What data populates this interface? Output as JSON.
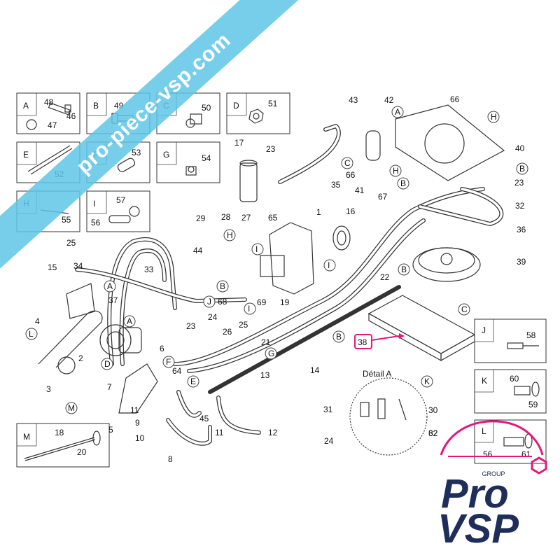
{
  "watermark": {
    "text": "pro-piece-vsp.com",
    "color": "#5fc6e8"
  },
  "logo": {
    "group": "GROUP",
    "line1": "Pro",
    "line2": "VSP",
    "color_dark": "#1e2d5a",
    "color_accent": "#e5177e"
  },
  "detail_title": "Détail A",
  "highlight_color": "#e5177e",
  "kit_boxes": [
    {
      "letter": "A",
      "parts": [
        "48",
        "46",
        "47"
      ]
    },
    {
      "letter": "B",
      "parts": [
        "49"
      ]
    },
    {
      "letter": "C",
      "parts": [
        "50"
      ]
    },
    {
      "letter": "D",
      "parts": [
        "51"
      ]
    },
    {
      "letter": "E",
      "parts": [
        "52"
      ]
    },
    {
      "letter": "F",
      "parts": [
        "53"
      ]
    },
    {
      "letter": "G",
      "parts": [
        "54"
      ]
    },
    {
      "letter": "H",
      "parts": [
        "55"
      ]
    },
    {
      "letter": "I",
      "parts": [
        "57",
        "56"
      ]
    },
    {
      "letter": "J",
      "parts": [
        "58"
      ]
    },
    {
      "letter": "K",
      "parts": [
        "60",
        "59"
      ]
    },
    {
      "letter": "L",
      "parts": [
        "56",
        "61"
      ]
    },
    {
      "letter": "M",
      "parts": [
        "18",
        "20"
      ]
    }
  ],
  "part_labels": [
    "1",
    "2",
    "3",
    "4",
    "5",
    "6",
    "7",
    "8",
    "9",
    "10",
    "11",
    "11",
    "12",
    "13",
    "14",
    "15",
    "16",
    "17",
    "19",
    "21",
    "22",
    "23",
    "23",
    "23",
    "24",
    "24",
    "25",
    "25",
    "26",
    "27",
    "28",
    "29",
    "30",
    "31",
    "32",
    "32",
    "33",
    "34",
    "35",
    "36",
    "37",
    "38",
    "39",
    "40",
    "41",
    "42",
    "43",
    "44",
    "45",
    "62",
    "64",
    "65",
    "66",
    "66",
    "67",
    "68",
    "69"
  ],
  "callout_letters": [
    "A",
    "A",
    "A",
    "B",
    "B",
    "B",
    "B",
    "B",
    "C",
    "C",
    "D",
    "E",
    "F",
    "G",
    "H",
    "H",
    "H",
    "I",
    "I",
    "I",
    "J",
    "K",
    "L",
    "M"
  ]
}
